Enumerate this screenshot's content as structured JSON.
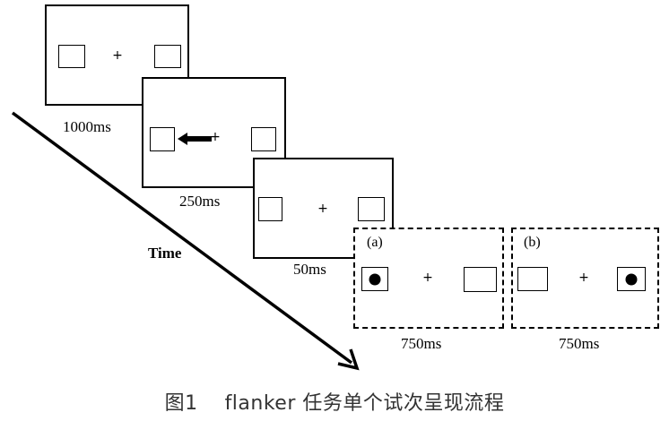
{
  "frames": [
    {
      "duration": "1000ms"
    },
    {
      "duration": "250ms",
      "cue": "left-arrow"
    },
    {
      "duration": "50ms"
    }
  ],
  "targets": [
    {
      "label": "(a)",
      "duration": "750ms",
      "dot_side": "left"
    },
    {
      "label": "(b)",
      "duration": "750ms",
      "dot_side": "right"
    }
  ],
  "fixation_symbol": "+",
  "time_axis": {
    "label": "Time"
  },
  "caption": "图1    flanker 任务单个试次呈现流程"
}
